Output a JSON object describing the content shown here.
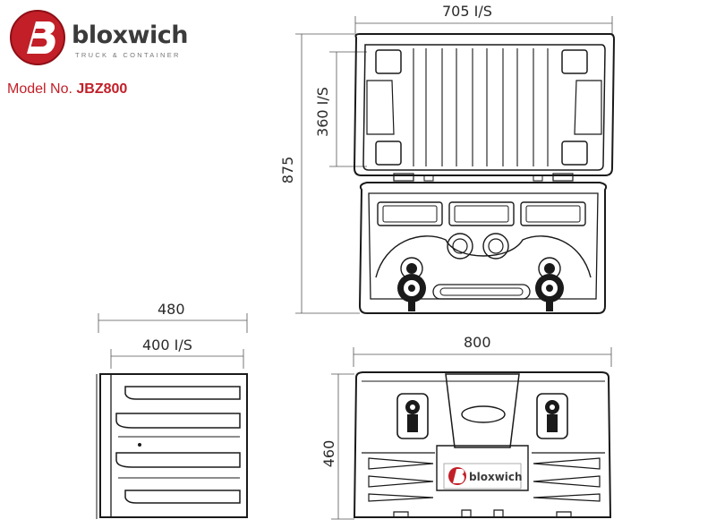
{
  "brand": {
    "name": "bloxwich",
    "tagline": "TRUCK & CONTAINER",
    "accent_color": "#c21f28"
  },
  "model": {
    "label": "Model No.",
    "value": "JBZ800"
  },
  "dimensions": {
    "open_width": "705 I/S",
    "lid_height": "360 I/S",
    "total_height": "875",
    "depth_outer": "480",
    "depth_inner": "400 I/S",
    "front_width": "800",
    "front_height": "460"
  },
  "badge": {
    "text": "bloxwich"
  }
}
